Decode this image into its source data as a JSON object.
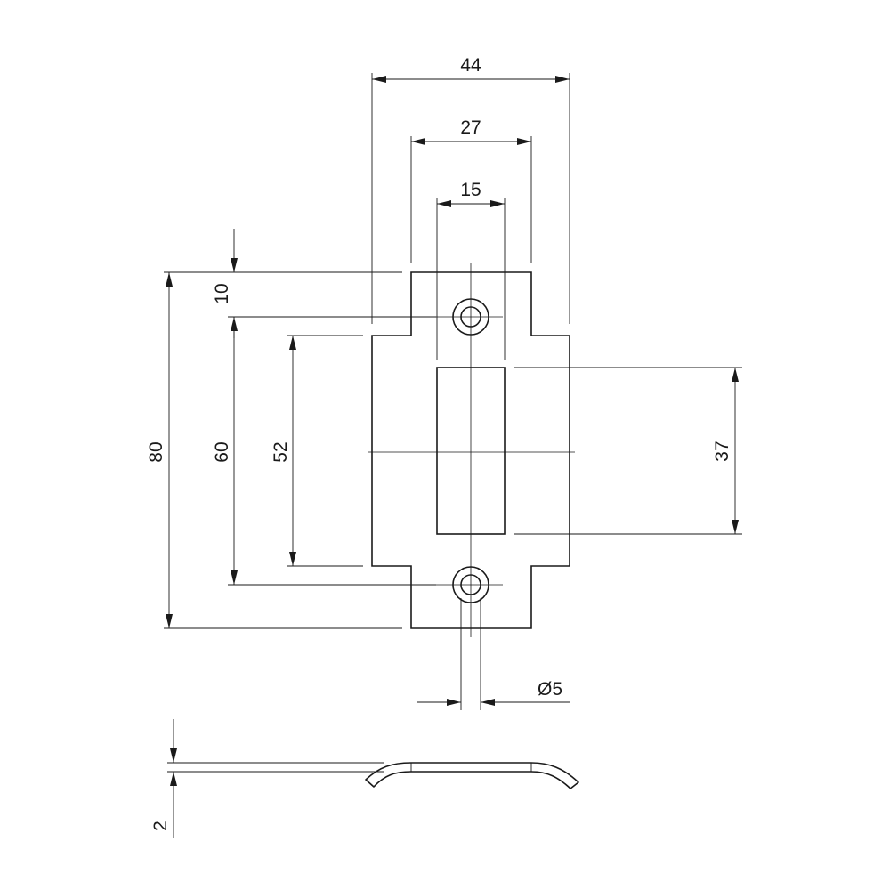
{
  "dimensions": {
    "overall_width": "44",
    "center_width": "27",
    "slot_width": "15",
    "top_offset": "10",
    "overall_height": "80",
    "hole_spacing": "60",
    "side_height": "52",
    "slot_height": "37",
    "hole_diameter": "Ø5",
    "thickness": "2"
  }
}
